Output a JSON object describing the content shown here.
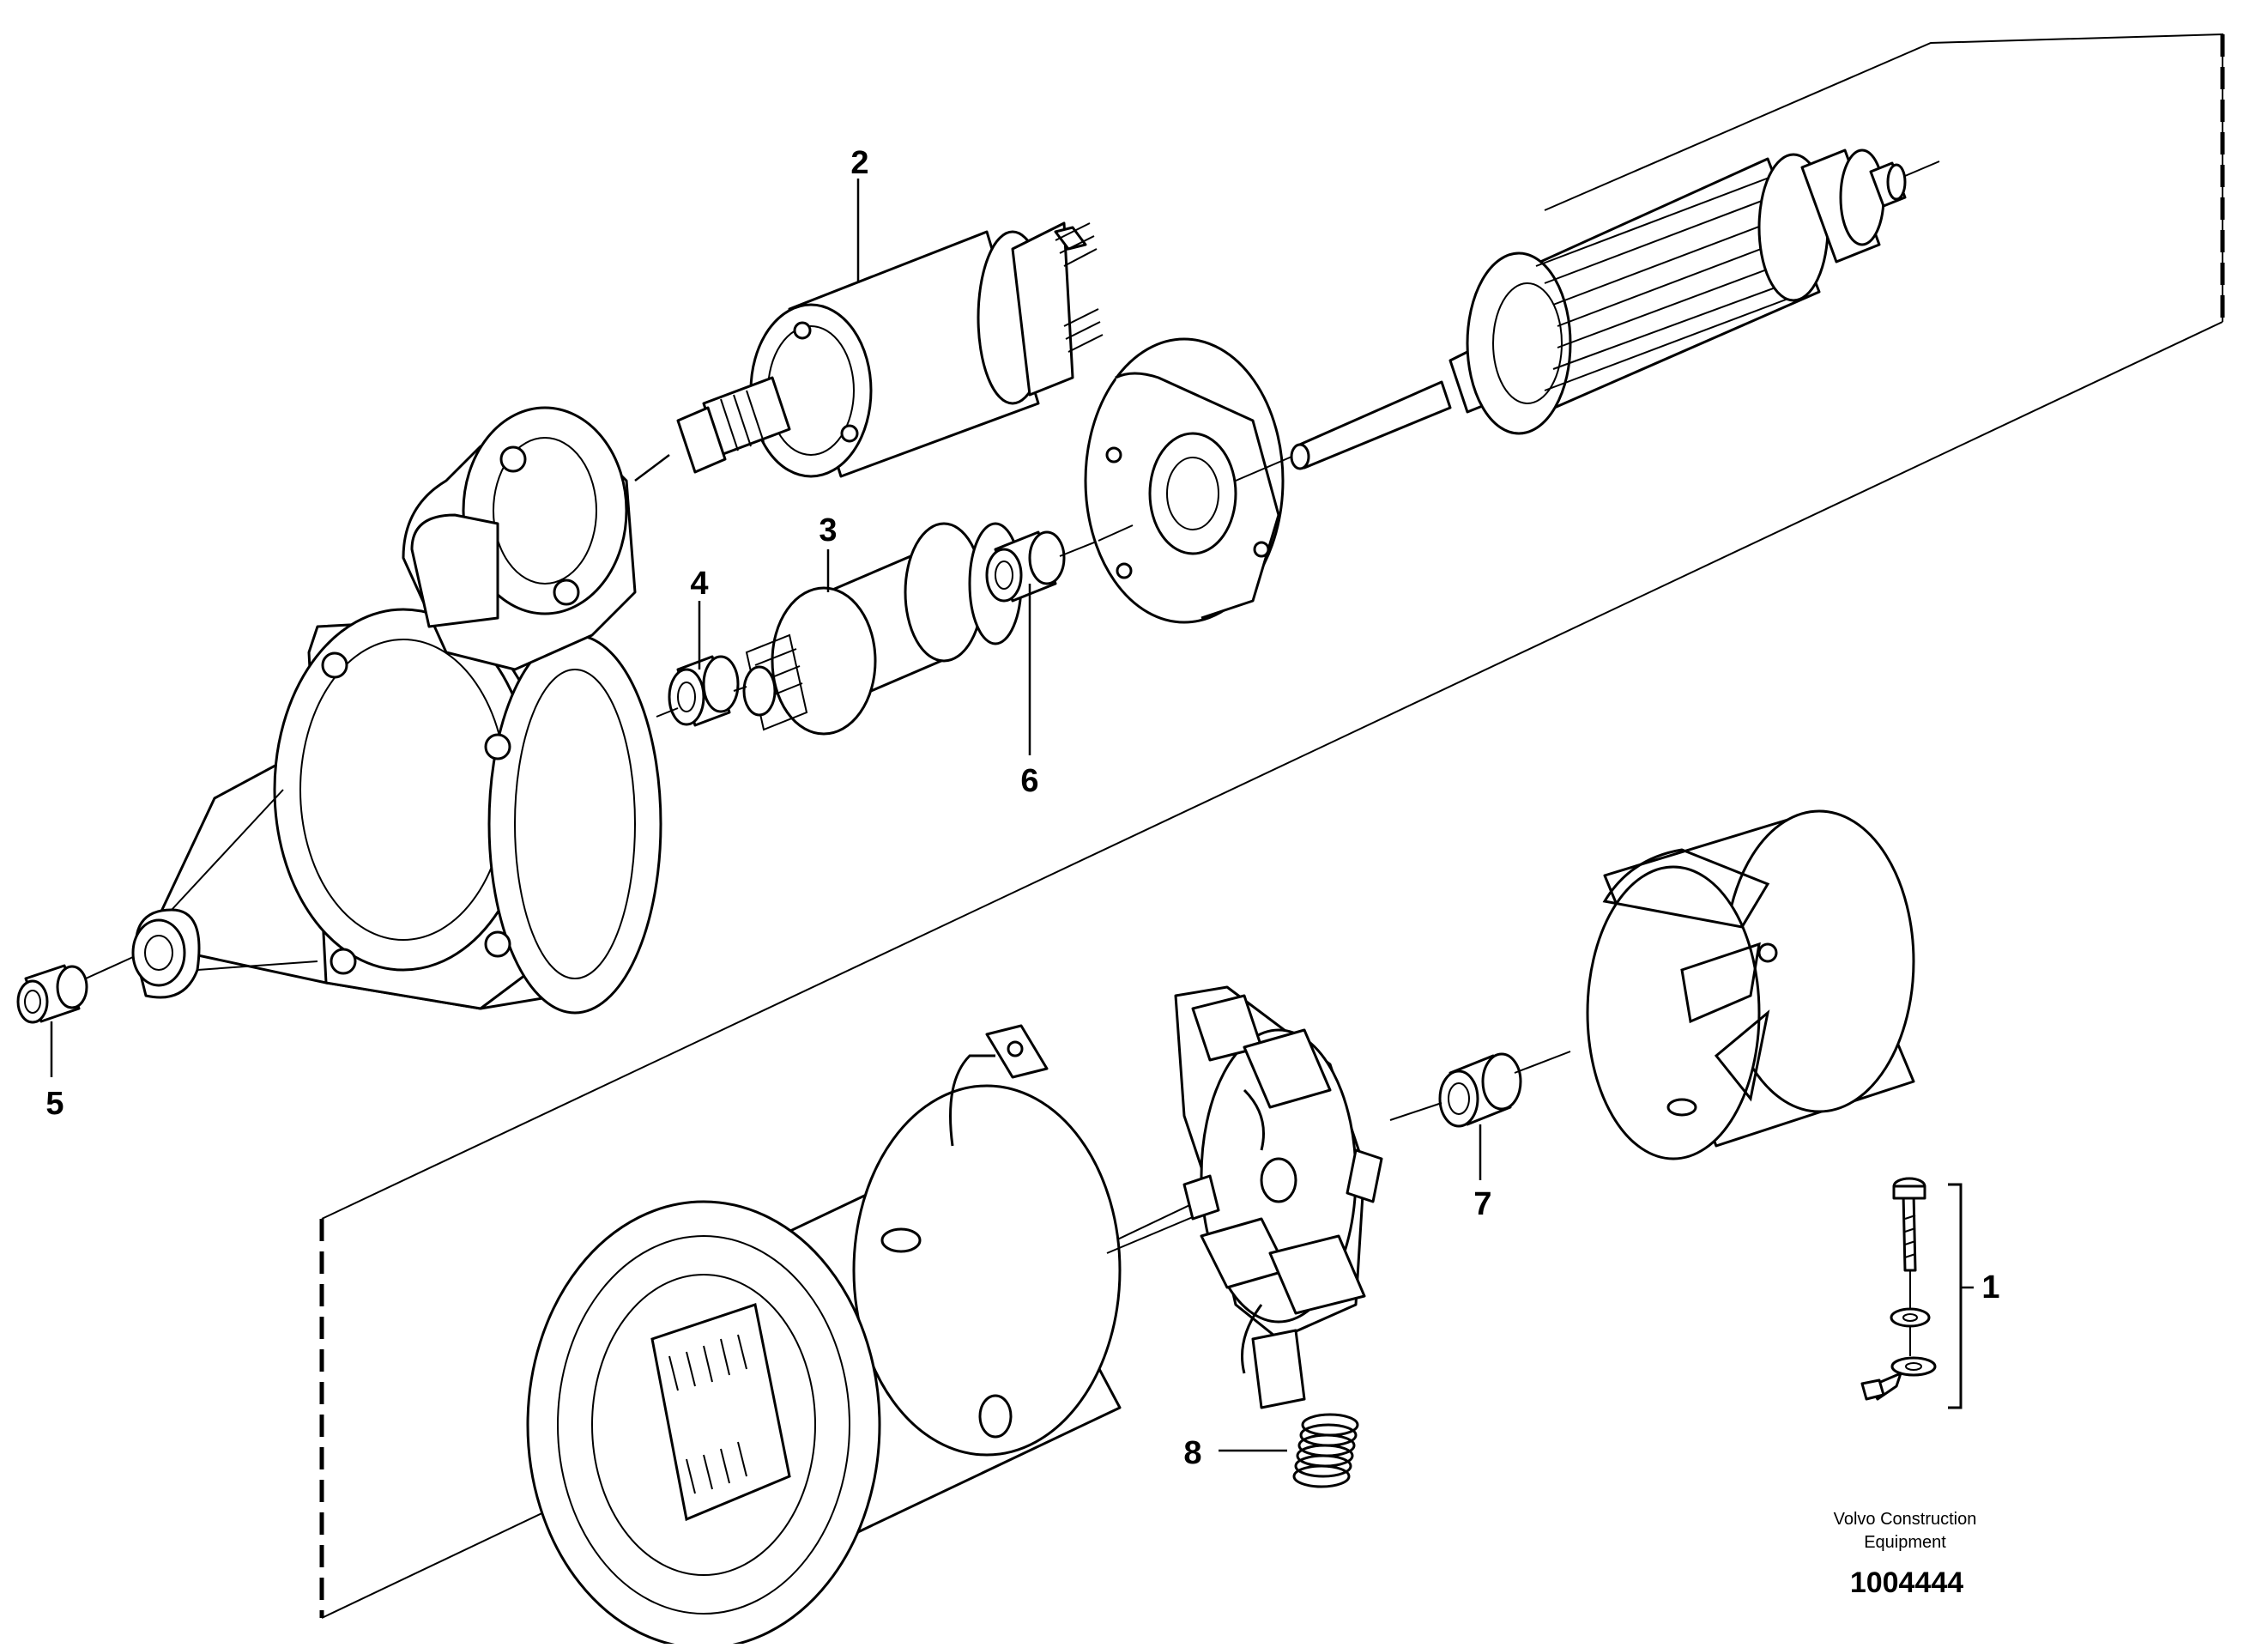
{
  "callouts": [
    "1",
    "2",
    "3",
    "4",
    "5",
    "6",
    "7",
    "8"
  ],
  "caption": {
    "line1": "Volvo Construction",
    "line2": "Equipment",
    "code": "1004444"
  }
}
